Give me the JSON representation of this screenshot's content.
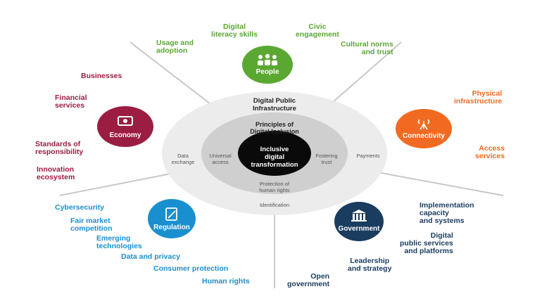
{
  "colors": {
    "people": "#5aa832",
    "economy": "#9b1d42",
    "connectivity": "#f26a21",
    "regulation": "#1a8fd0",
    "government": "#1a3c5e",
    "center": "#0a0a0a",
    "ring_outer": "#ececec",
    "ring_middle": "#cfcfcf"
  },
  "center": {
    "outer_title": "Digital Public\nInfrastructure",
    "middle_title": "Principles of\nDigital Inclusion",
    "core": "Inclusive\ndigital\ntransformation",
    "outer_left": "Data\nexchange",
    "outer_right": "Payments",
    "outer_bottom": "Identification",
    "middle_left": "Universal\naccess",
    "middle_right": "Fostering\ntrust",
    "middle_bottom": "Protection of\nhuman rights"
  },
  "nodes": {
    "people": {
      "label": "People",
      "icon": "people-icon"
    },
    "economy": {
      "label": "Economy",
      "icon": "cash-icon"
    },
    "connectivity": {
      "label": "Connectivity",
      "icon": "antenna-icon"
    },
    "regulation": {
      "label": "Regulation",
      "icon": "document-icon"
    },
    "government": {
      "label": "Government",
      "icon": "building-icon"
    }
  },
  "labels": {
    "people": [
      "Usage and\nadoption",
      "Digital\nliteracy skills",
      "Civic\nengagement",
      "Cultural norms\nand trust"
    ],
    "economy": [
      "Businesses",
      "Financial\nservices",
      "Standards of\nresponsibility",
      "Innovation\necosystem"
    ],
    "connectivity": [
      "Physical\ninfrastructure",
      "Access\nservices"
    ],
    "regulation": [
      "Cybersecurity",
      "Fair market\ncompetition",
      "Emerging\ntechnologies",
      "Data and privacy",
      "Consumer protection",
      "Human rights"
    ],
    "government": [
      "Implementation\ncapacity\nand systems",
      "Digital\npublic services\nand platforms",
      "Leadership\nand strategy",
      "Open\ngovernment"
    ]
  }
}
